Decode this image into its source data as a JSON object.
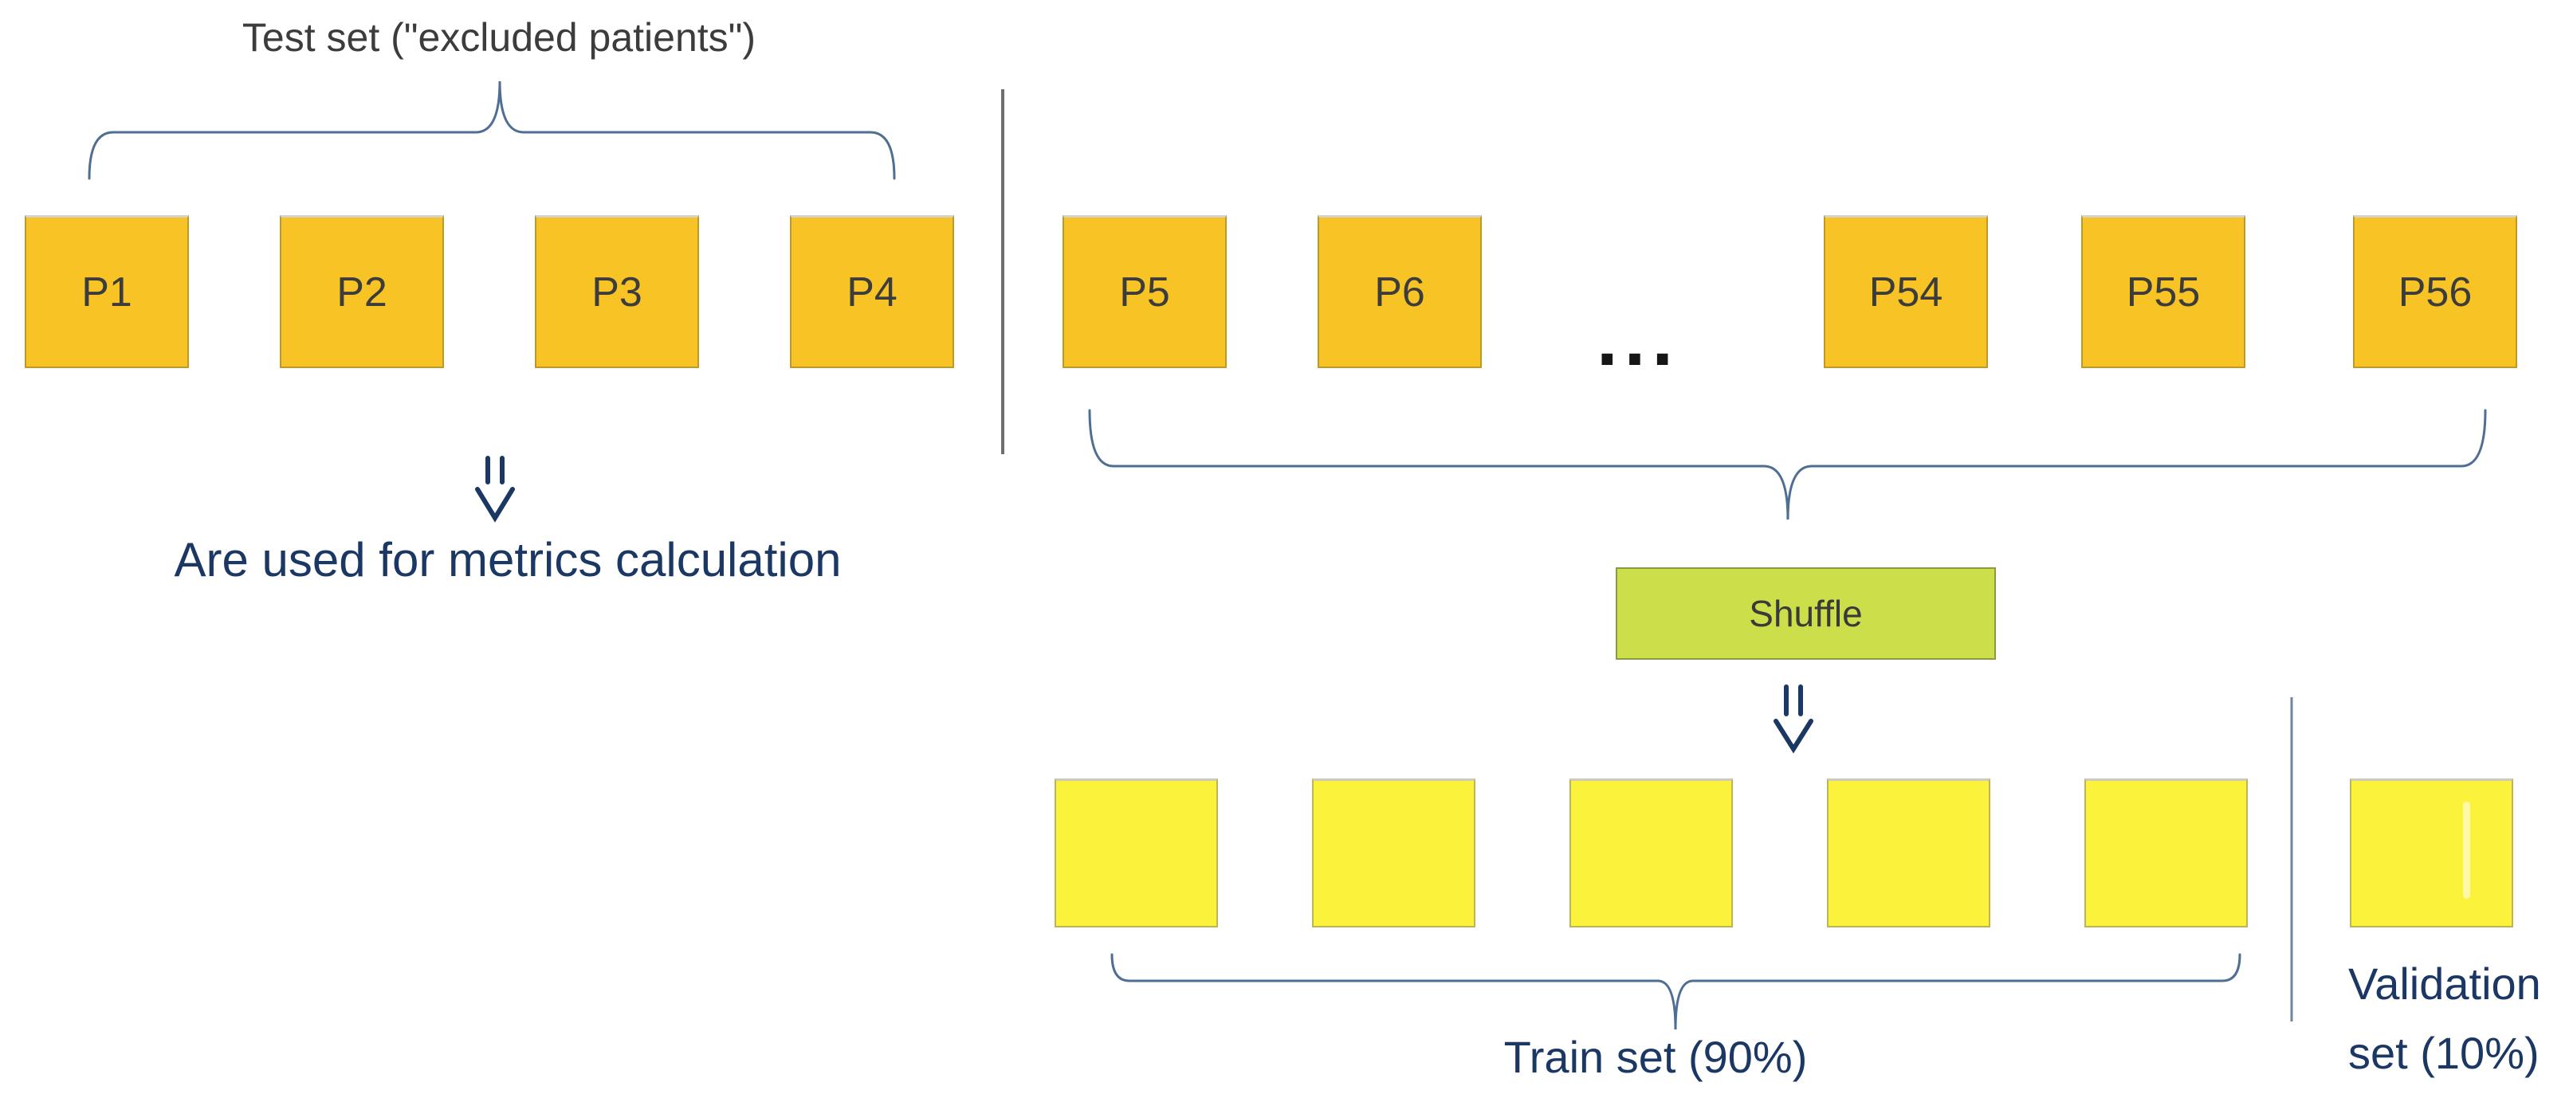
{
  "test_set": {
    "title": "Test set (\"excluded patients\")",
    "patients": [
      "P1",
      "P2",
      "P3",
      "P4"
    ],
    "note": "Are used for metrics calculation"
  },
  "pool": {
    "patients_start": [
      "P5",
      "P6"
    ],
    "ellipsis": "...",
    "patients_end": [
      "P54",
      "P55",
      "P56"
    ]
  },
  "shuffle": {
    "label": "Shuffle"
  },
  "train": {
    "label": "Train set (90%)"
  },
  "validation": {
    "label_line1": "Validation",
    "label_line2": "set (10%)"
  },
  "colors": {
    "gold": "#F7C325",
    "gold_border": "#BD9A28",
    "yellow": "#FBF23C",
    "yellow_border": "#BDB456",
    "green": "#CCDF4A",
    "green_border": "#8F9A40",
    "navy": "#1B3764",
    "slate_brace": "#4E6E94",
    "divider_gray": "#6E6E6E",
    "divider_blue": "#72869E",
    "text_dark": "#3C3C3C"
  }
}
